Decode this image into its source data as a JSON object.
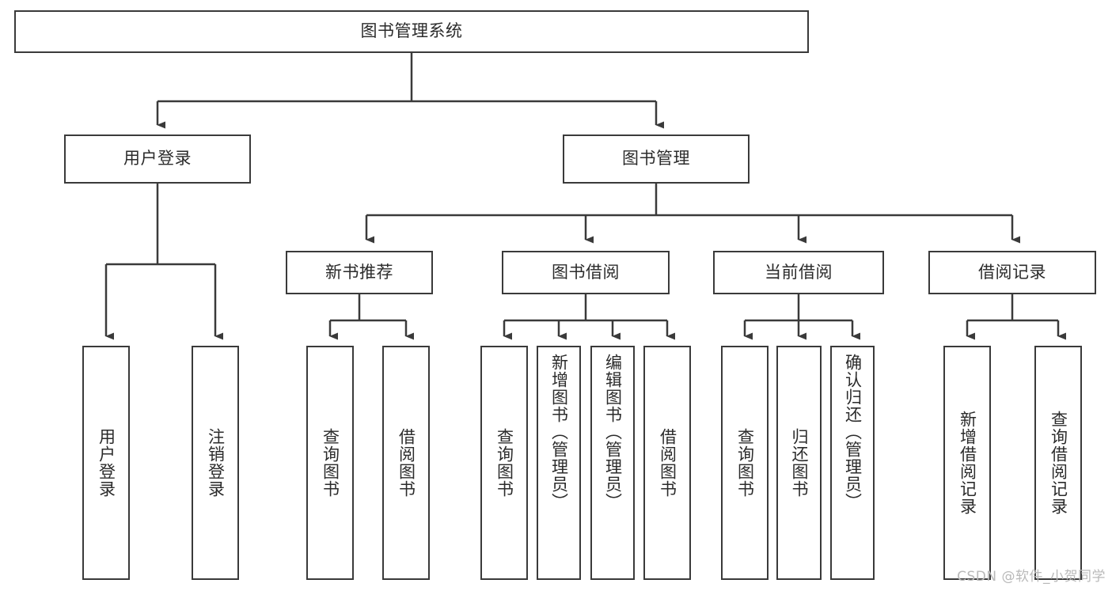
{
  "diagram": {
    "type": "tree",
    "title": "图书管理系统",
    "watermark": "CSDN @软件_小贺同学",
    "colors": {
      "stroke": "#3a3a3a",
      "fill": "#ffffff",
      "text": "#2b2b2b",
      "watermark": "#b9b9b9"
    },
    "nodes": {
      "root": {
        "label": "图书管理系统",
        "orientation": "horizontal"
      },
      "level2": [
        {
          "id": "user-login",
          "label": "用户登录",
          "orientation": "horizontal"
        },
        {
          "id": "book-manage",
          "label": "图书管理",
          "orientation": "horizontal"
        }
      ],
      "level3": [
        {
          "id": "new-book-rec",
          "label": "新书推荐",
          "orientation": "horizontal"
        },
        {
          "id": "book-borrow",
          "label": "图书借阅",
          "orientation": "horizontal"
        },
        {
          "id": "current-borrow",
          "label": "当前借阅",
          "orientation": "horizontal"
        },
        {
          "id": "borrow-record",
          "label": "借阅记录",
          "orientation": "horizontal"
        }
      ],
      "leaves": [
        {
          "id": "leaf-user-login",
          "label": "用户登录",
          "parent": "user-login",
          "orientation": "vertical"
        },
        {
          "id": "leaf-user-logout",
          "label": "注销登录",
          "parent": "user-login",
          "orientation": "vertical"
        },
        {
          "id": "leaf-query-book-1",
          "label": "查询图书",
          "parent": "new-book-rec",
          "orientation": "vertical"
        },
        {
          "id": "leaf-borrow-book-1",
          "label": "借阅图书",
          "parent": "new-book-rec",
          "orientation": "vertical"
        },
        {
          "id": "leaf-query-book-2",
          "label": "查询图书",
          "parent": "book-borrow",
          "orientation": "vertical"
        },
        {
          "id": "leaf-add-book",
          "label": "新增图书（管理员）",
          "parent": "book-borrow",
          "orientation": "vertical"
        },
        {
          "id": "leaf-edit-book",
          "label": "编辑图书（管理员）",
          "parent": "book-borrow",
          "orientation": "vertical"
        },
        {
          "id": "leaf-borrow-book-2",
          "label": "借阅图书",
          "parent": "book-borrow",
          "orientation": "vertical"
        },
        {
          "id": "leaf-query-book-3",
          "label": "查询图书",
          "parent": "current-borrow",
          "orientation": "vertical"
        },
        {
          "id": "leaf-return-book",
          "label": "归还图书",
          "parent": "current-borrow",
          "orientation": "vertical"
        },
        {
          "id": "leaf-confirm-return",
          "label": "确认归还（管理员）",
          "parent": "current-borrow",
          "orientation": "vertical"
        },
        {
          "id": "leaf-add-record",
          "label": "新增借阅记录",
          "parent": "borrow-record",
          "orientation": "vertical"
        },
        {
          "id": "leaf-query-record",
          "label": "查询借阅记录",
          "parent": "borrow-record",
          "orientation": "vertical"
        }
      ]
    }
  }
}
